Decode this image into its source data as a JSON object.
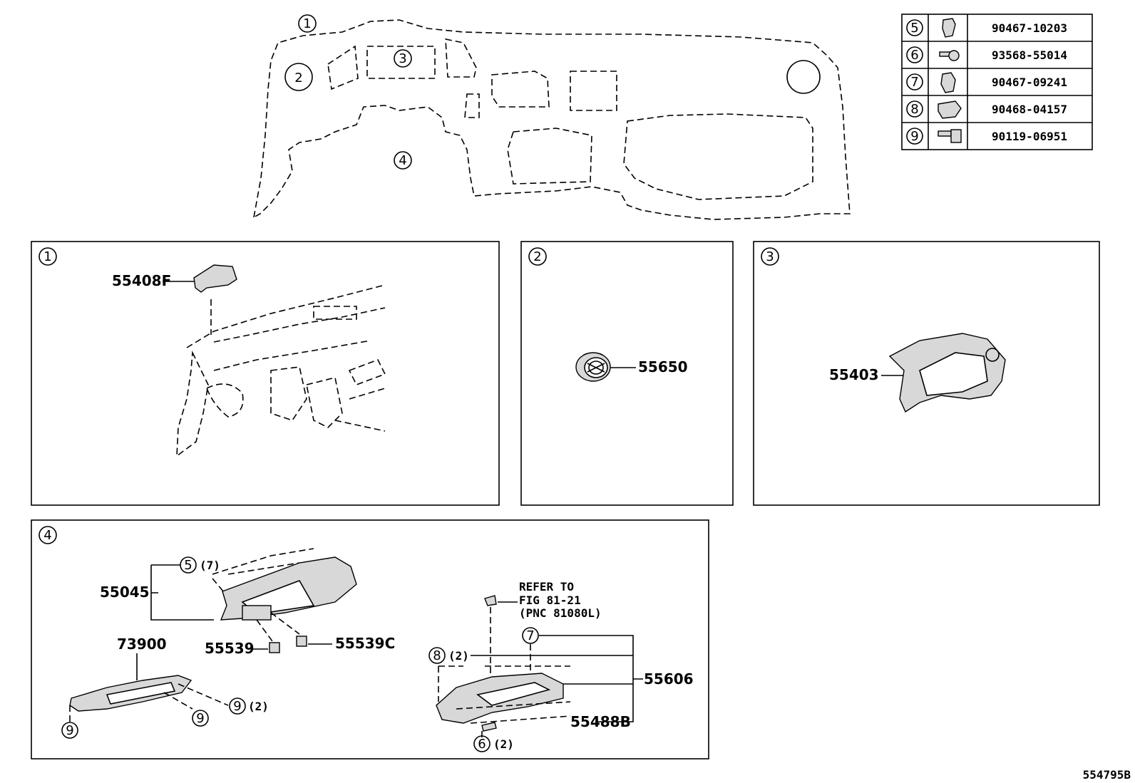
{
  "overview": {
    "markers": [
      "1",
      "2",
      "3",
      "4"
    ]
  },
  "fastener_table": {
    "rows": [
      {
        "ref": "5",
        "icon": "clip-icon",
        "part": "90467-10203"
      },
      {
        "ref": "6",
        "icon": "screw-icon",
        "part": "93568-55014"
      },
      {
        "ref": "7",
        "icon": "clip-icon",
        "part": "90467-09241"
      },
      {
        "ref": "8",
        "icon": "clip-icon",
        "part": "90468-04157"
      },
      {
        "ref": "9",
        "icon": "bolt-icon",
        "part": "90119-06951"
      }
    ]
  },
  "panels": {
    "p1": {
      "marker": "1",
      "parts": {
        "cover": "55408F"
      }
    },
    "p2": {
      "marker": "2",
      "parts": {
        "vent": "55650"
      }
    },
    "p3": {
      "marker": "3",
      "parts": {
        "cluster_panel": "55403"
      }
    },
    "p4": {
      "marker": "4",
      "parts": {
        "lower_panel": "55045",
        "clip5": "5",
        "clip5_qty": "(7)",
        "bracket": "73900",
        "switch_a": "55539",
        "switch_c": "55539C",
        "bolt9a": "9",
        "bolt9b": "9",
        "bolt9c": "9",
        "bolt9c_qty": "(2)",
        "refer_line1": "REFER TO",
        "refer_line2": "FIG 81-21",
        "refer_line3": "(PNC 81080L)",
        "clip7": "7",
        "clip8": "8",
        "clip8_qty": "(2)",
        "knee_panel": "55606",
        "sub_panel": "55488B",
        "screw6": "6",
        "screw6_qty": "(2)"
      }
    }
  },
  "footer": {
    "figure_code": "554795B"
  }
}
